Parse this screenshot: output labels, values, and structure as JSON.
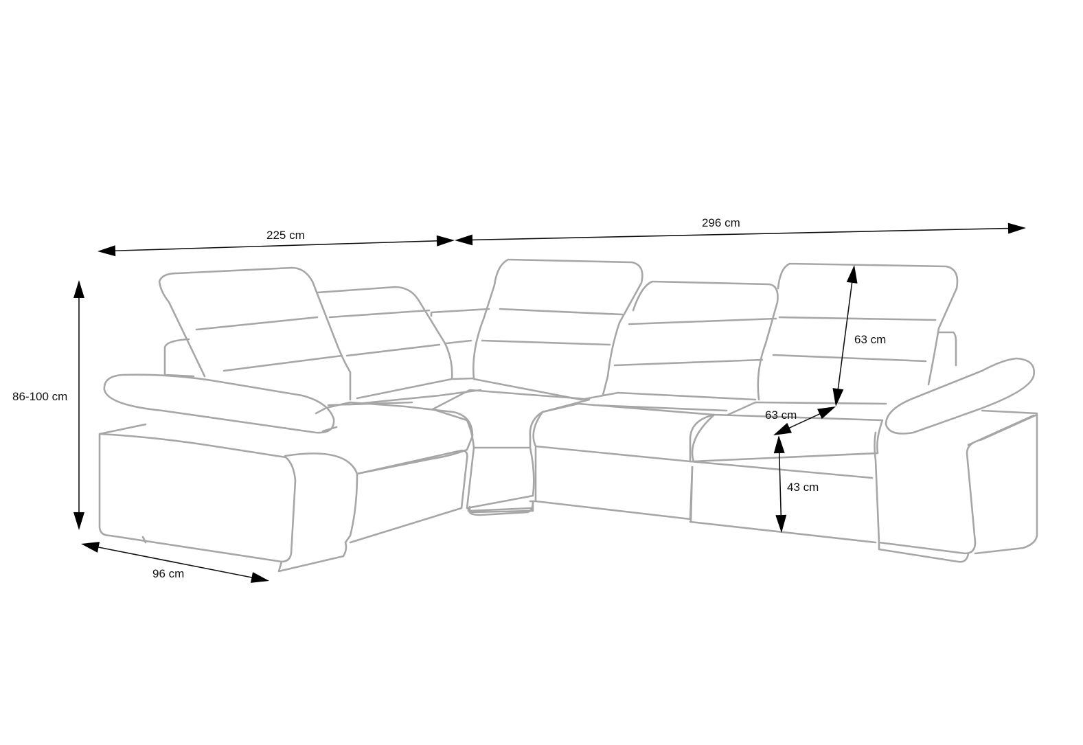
{
  "dimensions": {
    "left_length": "225 cm",
    "right_length": "296 cm",
    "height": "86-100 cm",
    "depth": "96 cm",
    "backrest_height": "63 cm",
    "seat_depth": "63 cm",
    "seat_height": "43 cm"
  },
  "colors": {
    "outline": "#a6a6a6",
    "dimension": "#000000",
    "background": "#ffffff"
  }
}
